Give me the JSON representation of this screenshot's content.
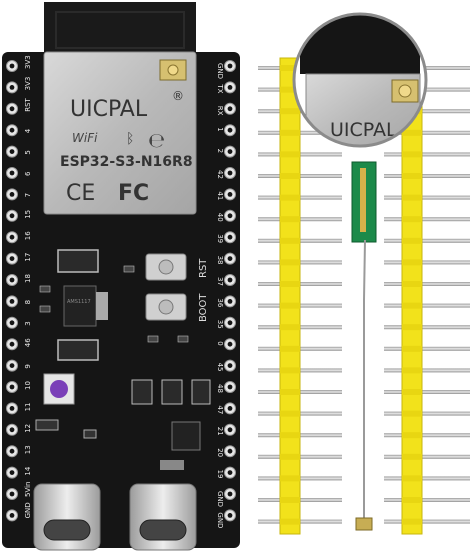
{
  "module": {
    "brand": "UICPAL",
    "wifi": "WiFi",
    "model": "ESP32-S3-N16R8",
    "ce": "CE",
    "fc": "FC"
  },
  "zoom": {
    "brand": "UICPAL"
  },
  "board": {
    "boot_label": "BOOT",
    "rst_label": "RST",
    "chip_text": "AMS1117",
    "left_pins": [
      "3V3",
      "3V3",
      "RST",
      "4",
      "5",
      "6",
      "7",
      "15",
      "16",
      "17",
      "18",
      "8",
      "3",
      "46",
      "9",
      "10",
      "11",
      "12",
      "13",
      "14",
      "5Vin",
      "GND"
    ],
    "right_pins": [
      "GND",
      "TX",
      "RX",
      "1",
      "2",
      "42",
      "41",
      "40",
      "39",
      "38",
      "37",
      "36",
      "35",
      "0",
      "45",
      "48",
      "47",
      "21",
      "20",
      "19",
      "GND",
      "GND"
    ]
  },
  "colors": {
    "pcb": "#151515",
    "module_shield": "#bdbdbd",
    "header_plastic": "#f2e21b",
    "pin_metal": "#c8c8c8",
    "antenna_green": "#1c8a4a"
  }
}
